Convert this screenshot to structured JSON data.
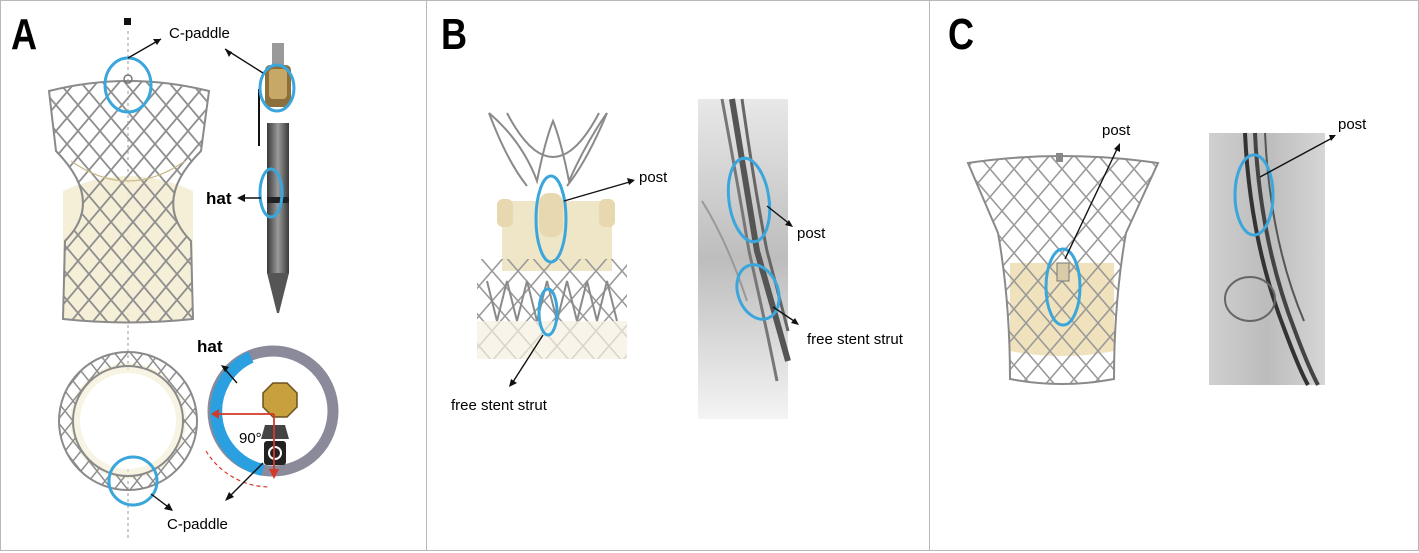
{
  "panels": {
    "a": {
      "letter": "A",
      "labels": {
        "c_paddle_top": "C-paddle",
        "hat_side": "hat",
        "hat_ring": "hat",
        "angle": "90°",
        "c_paddle_bottom": "C-paddle"
      }
    },
    "b": {
      "letter": "B",
      "labels": {
        "post_valve": "post",
        "free_strut_valve": "free stent strut",
        "post_fluoro": "post",
        "free_strut_fluoro": "free stent strut"
      }
    },
    "c": {
      "letter": "C",
      "labels": {
        "post_valve": "post",
        "post_fluoro": "post"
      }
    }
  },
  "colors": {
    "highlight_ring": "#3aa6dc",
    "red_axis": "#d23a2a",
    "tissue": "#efe6c8",
    "outer_ring": "#8a8a9a"
  }
}
